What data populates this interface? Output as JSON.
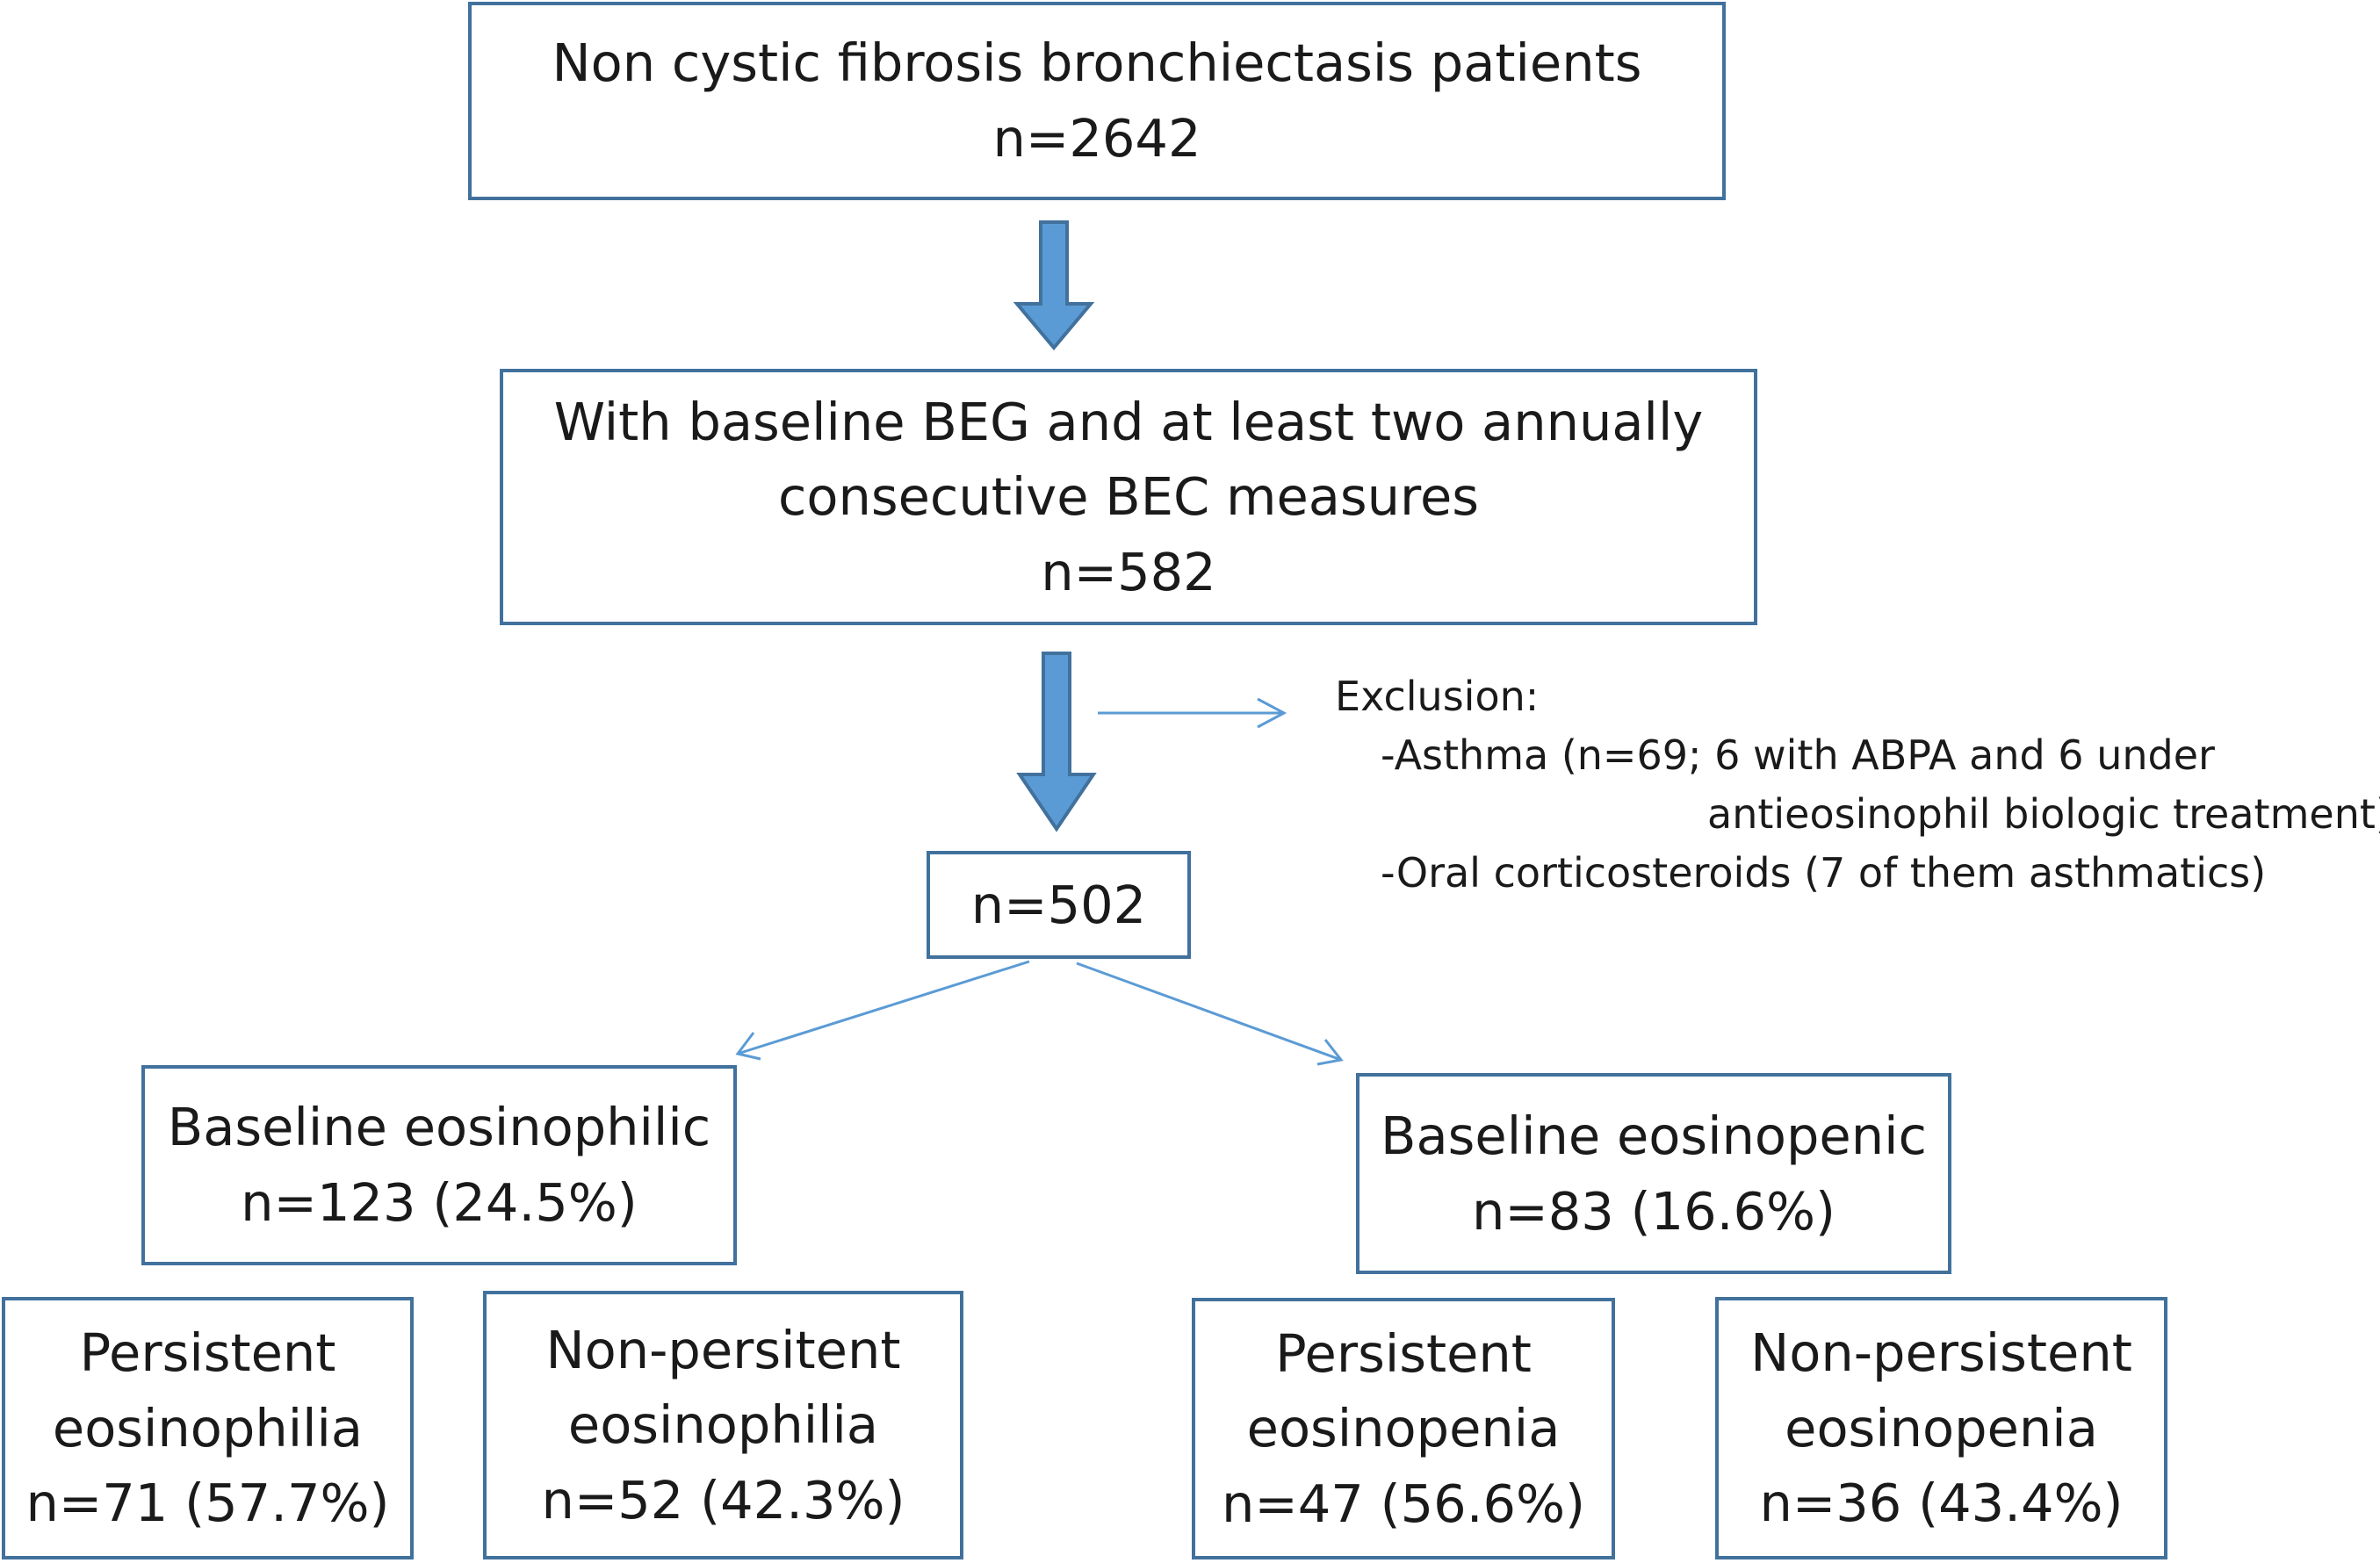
{
  "boxes": {
    "total": {
      "line1": "Non cystic fibrosis bronchiectasis patients",
      "line2": "n=2642"
    },
    "baseline": {
      "line1": "With baseline BEG and at least two annually",
      "line2": "consecutive BEC measures",
      "line3": "n=582"
    },
    "included": {
      "line1": "n=502"
    },
    "eosinophilic": {
      "line1": "Baseline eosinophilic",
      "line2": "n=123 (24.5%)"
    },
    "eosinopenic": {
      "line1": "Baseline eosinopenic",
      "line2": "n=83 (16.6%)"
    },
    "persistent_eosinophilia": {
      "line1": "Persistent",
      "line2": "eosinophilia",
      "line3": "n=71 (57.7%)"
    },
    "nonpersistent_eosinophilia": {
      "line1": "Non-persitent",
      "line2": "eosinophilia",
      "line3": "n=52 (42.3%)"
    },
    "persistent_eosinopenia": {
      "line1": "Persistent",
      "line2": "eosinopenia",
      "line3": "n=47 (56.6%)"
    },
    "nonpersistent_eosinopenia": {
      "line1": "Non-persistent",
      "line2": "eosinopenia",
      "line3": "n=36 (43.4%)"
    }
  },
  "exclusion": {
    "title": "Exclusion:",
    "item1": "-Asthma (n=69; 6 with ABPA and 6 under",
    "item1_cont": "antieosinophil biologic treatment)",
    "item2": "-Oral corticosteroids (7 of them asthmatics)"
  },
  "colors": {
    "box_border": "#41719c",
    "arrow_fill": "#5b9bd5",
    "thin_arrow": "#5b9bd5",
    "text": "#1a1a1a"
  }
}
